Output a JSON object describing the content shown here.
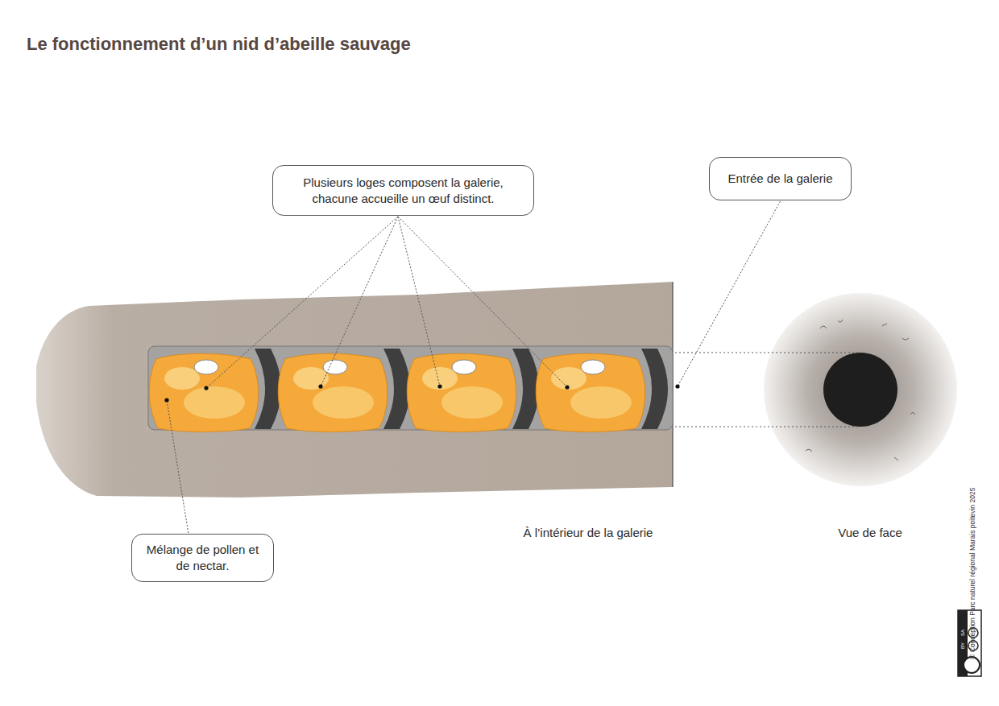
{
  "diagram": {
    "title": "Le fonctionnement d’un nid d’abeille sauvage",
    "nodes": [
      {
        "text": [
          "Plusieurs loges composent la galerie, chacune accueille un œuf distinct."
        ]
      },
      {
        "text": [
          "Entrée de la galerie"
        ]
      },
      {
        "text": [
          "Mélange de pollen et de nectar."
        ]
      }
    ],
    "labels": [
      "À l’intérieur de la galerie",
      "Vue de face",
      "© Conception Parc naturel régional Marais poitevin 2025",
      "BY",
      "SA"
    ]
  }
}
